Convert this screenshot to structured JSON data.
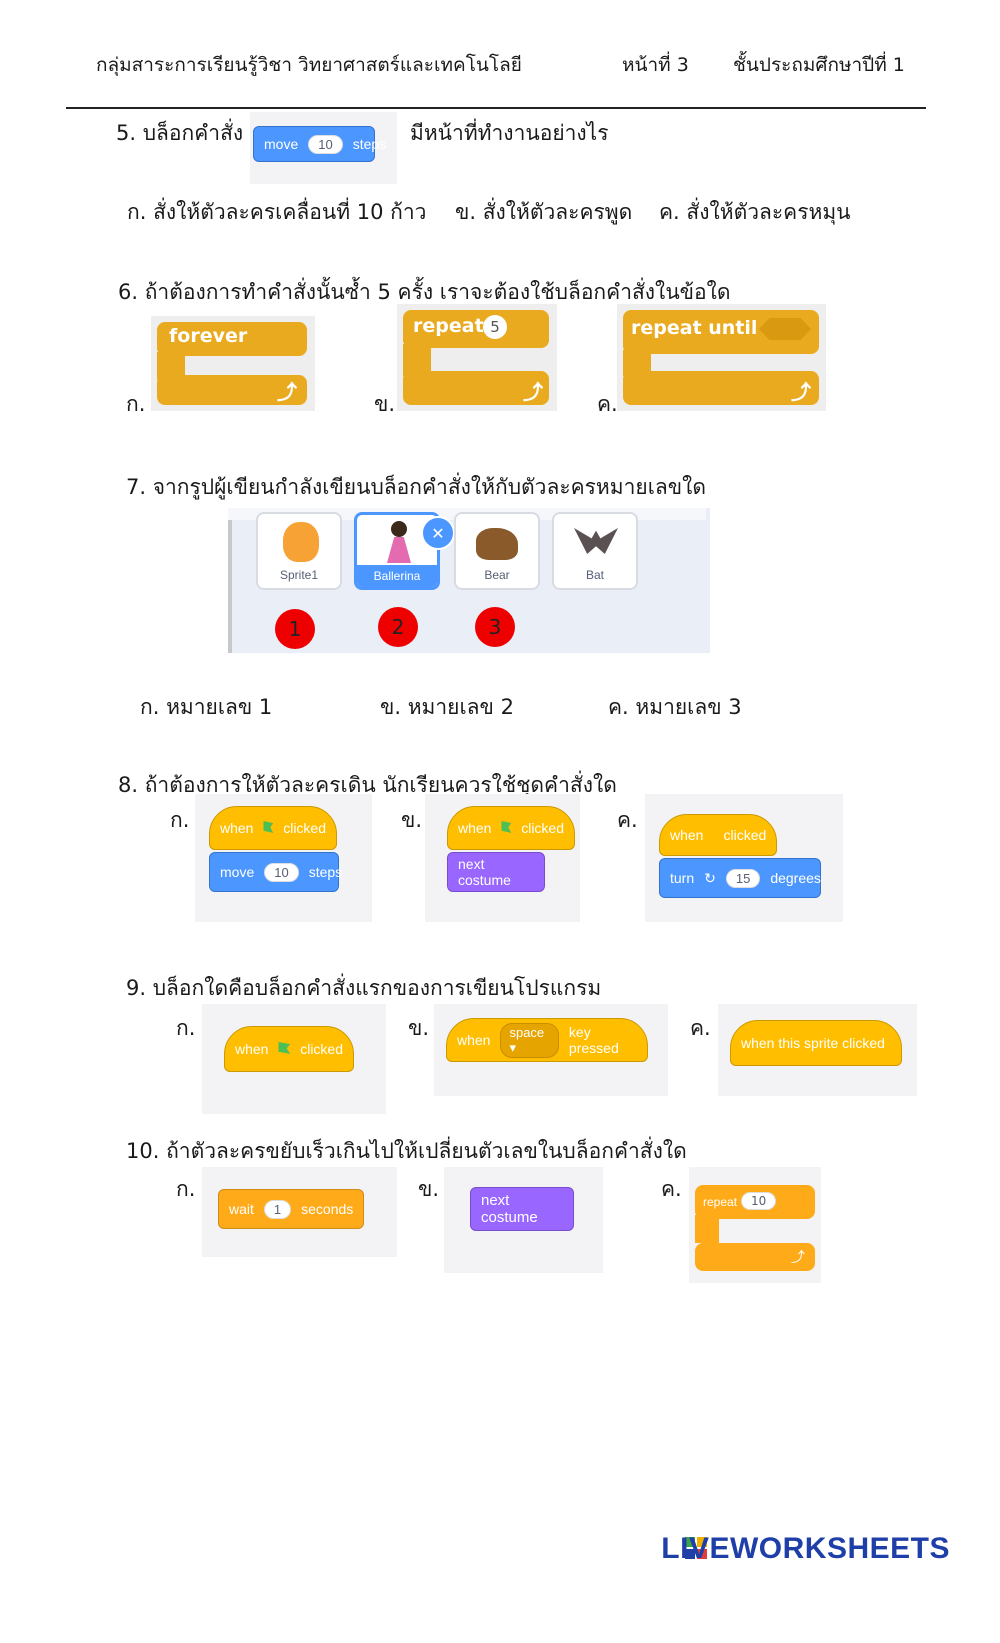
{
  "header": {
    "subject": "กลุ่มสาระการเรียนรู้วิชา วิทยาศาสตร์และเทคโนโลยี",
    "page": "หน้าที่ 3",
    "grade": "ชั้นประถมศึกษาปีที่ 1"
  },
  "q5": {
    "prefix": "5. บล็อกคำสั่ง",
    "suffix": "มีหน้าที่ทำงานอย่างไร",
    "block": {
      "word": "move",
      "value": "10",
      "unit": "steps"
    },
    "options": [
      "ก. สั่งให้ตัวละครเคลื่อนที่ 10 ก้าว",
      "ข. สั่งให้ตัวละครพูด",
      "ค. สั่งให้ตัวละครหมุน"
    ]
  },
  "q6": {
    "question": "6. ถ้าต้องการทำคำสั่งนั้นซ้ำ 5 ครั้ง เราจะต้องใช้บล็อกคำสั่งในข้อใด",
    "labels": [
      "ก.",
      "ข.",
      "ค."
    ],
    "blocks": [
      {
        "text": "forever"
      },
      {
        "text": "repeat",
        "value": "5"
      },
      {
        "text": "repeat  until"
      }
    ]
  },
  "q7": {
    "question": "7. จากรูปผู้เขียนกำลังเขียนบล็อกคำสั่งให้กับตัวละครหมายเลขใด",
    "sprites": [
      "Sprite1",
      "Ballerina",
      "Bear",
      "Bat"
    ],
    "badges": [
      "1",
      "2",
      "3"
    ],
    "options": [
      "ก. หมายเลข  1",
      "ข. หมายเลข 2",
      "ค. หมายเลข 3"
    ]
  },
  "q8": {
    "question": "8. ถ้าต้องการให้ตัวละครเดิน นักเรียนควรใช้ชุดคำสั่งใด",
    "labels": [
      "ก.",
      "ข.",
      "ค."
    ],
    "hat": {
      "when": "when",
      "clicked": "clicked"
    },
    "a": {
      "word": "move",
      "value": "10",
      "unit": "steps"
    },
    "b": {
      "text": "next costume"
    },
    "c": {
      "word": "turn",
      "value": "15",
      "unit": "degrees"
    }
  },
  "q9": {
    "question": "9. บล็อกใดคือบล็อกคำสั่งแรกของการเขียนโปรแกรม",
    "labels": [
      "ก.",
      "ข.",
      "ค."
    ],
    "a": {
      "when": "when",
      "clicked": "clicked"
    },
    "b": {
      "when": "when",
      "key": "space",
      "rest": "key pressed"
    },
    "c": {
      "text": "when this sprite clicked"
    }
  },
  "q10": {
    "question": "10. ถ้าตัวละครขยับเร็วเกินไปให้เปลี่ยนตัวเลขในบล็อกคำสั่งใด",
    "labels": [
      "ก.",
      "ข.",
      "ค."
    ],
    "a": {
      "word": "wait",
      "value": "1",
      "unit": "seconds"
    },
    "b": {
      "text": "next costume"
    },
    "c": {
      "word": "repeat",
      "value": "10"
    }
  },
  "footer": {
    "logo": "LIVEWORKSHEETS"
  },
  "colors": {
    "motion": "#4c97ff",
    "events": "#ffbf00",
    "looks": "#9966ff",
    "control": "#ffab19",
    "badge": "#ee0000"
  }
}
